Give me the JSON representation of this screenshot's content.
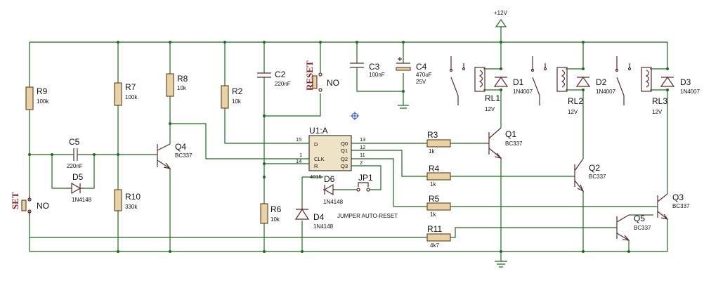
{
  "supply": "+12V",
  "labels": {
    "set": "SET",
    "reset": "RESET",
    "no_set": "NO",
    "no_reset": "NO",
    "jumper": "JUMPER AUTO-RESET"
  },
  "ic": {
    "ref": "U1:A",
    "part": "4015",
    "pins": {
      "d": "D",
      "clk": "CLK",
      "r": "R",
      "q0": "Q0",
      "q1": "Q1",
      "q2": "Q2",
      "q3": "Q3"
    },
    "pin_numbers": {
      "d": "15",
      "clk": "1",
      "r": "14",
      "q0": "13",
      "q1": "12",
      "q2": "11",
      "q3": "2"
    }
  },
  "resistors": {
    "r9": {
      "ref": "R9",
      "value": "100k"
    },
    "r7": {
      "ref": "R7",
      "value": "100k"
    },
    "r8": {
      "ref": "R8",
      "value": "10k"
    },
    "r2": {
      "ref": "R2",
      "value": "10k"
    },
    "r10": {
      "ref": "R10",
      "value": "330k"
    },
    "r6": {
      "ref": "R6",
      "value": "10k"
    },
    "r3": {
      "ref": "R3",
      "value": "1k"
    },
    "r4": {
      "ref": "R4",
      "value": "1k"
    },
    "r5": {
      "ref": "R5",
      "value": "1k"
    },
    "r11": {
      "ref": "R11",
      "value": "4k7"
    }
  },
  "capacitors": {
    "c2": {
      "ref": "C2",
      "value": "220nF"
    },
    "c3": {
      "ref": "C3",
      "value": "100nF"
    },
    "c4": {
      "ref": "C4",
      "value": "470uF",
      "voltage": "25V"
    },
    "c5": {
      "ref": "C5",
      "value": "220nF"
    }
  },
  "diodes": {
    "d1": {
      "ref": "D1",
      "value": "1N4007"
    },
    "d2": {
      "ref": "D2",
      "value": "1N4007"
    },
    "d3": {
      "ref": "D3",
      "value": "1N4007"
    },
    "d4": {
      "ref": "D4",
      "value": "1N4148"
    },
    "d5": {
      "ref": "D5",
      "value": "1N4148"
    },
    "d6": {
      "ref": "D6",
      "value": "1N4148"
    }
  },
  "transistors": {
    "q1": {
      "ref": "Q1",
      "value": "BC337"
    },
    "q2": {
      "ref": "Q2",
      "value": "BC337"
    },
    "q3": {
      "ref": "Q3",
      "value": "BC337"
    },
    "q4": {
      "ref": "Q4",
      "value": "BC337"
    },
    "q5": {
      "ref": "Q5",
      "value": "BC337"
    }
  },
  "relays": {
    "rl1": {
      "ref": "RL1",
      "value": "12V"
    },
    "rl2": {
      "ref": "RL2",
      "value": "12V"
    },
    "rl3": {
      "ref": "RL3",
      "value": "12V"
    }
  },
  "jumper": {
    "ref": "JP1"
  }
}
